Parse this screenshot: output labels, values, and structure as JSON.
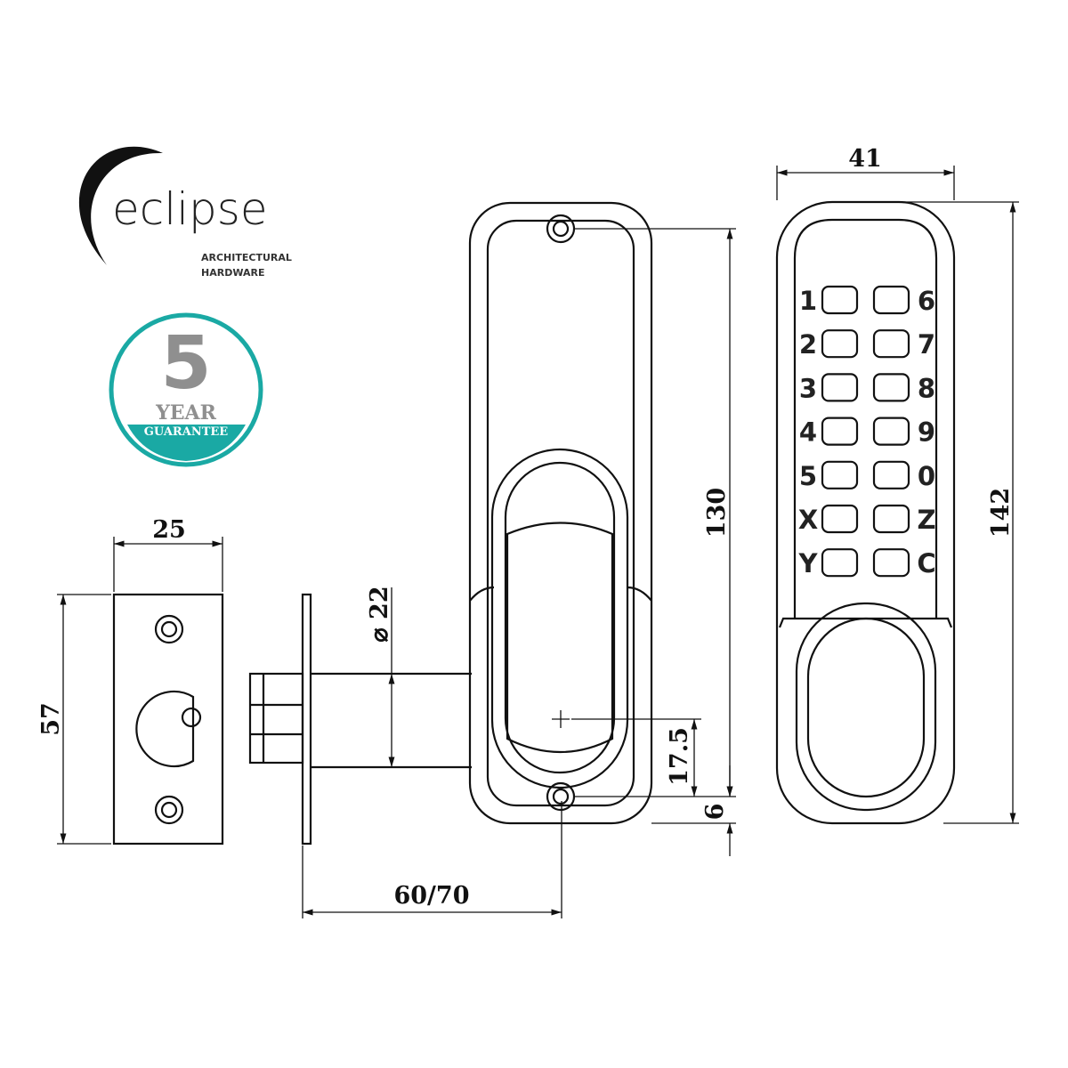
{
  "logo": {
    "brand": "eclipse",
    "line1": "ARCHITECTURAL",
    "line2": "HARDWARE"
  },
  "badge": {
    "number": "5",
    "year": "YEAR",
    "guarantee": "GUARANTEE",
    "accent": "#1aa9a4",
    "grey": "#8f8f8f"
  },
  "dimensions": {
    "strike_width": "25",
    "strike_height": "57",
    "spindle_diameter": "⌀ 22",
    "backset": "60/70",
    "plate_fixings": "130",
    "spindle_offset": "17.5",
    "edge_offset": "6",
    "keypad_width": "41",
    "keypad_height": "142"
  },
  "keypad": {
    "left": [
      "1",
      "2",
      "3",
      "4",
      "5",
      "X",
      "Y"
    ],
    "right": [
      "6",
      "7",
      "8",
      "9",
      "0",
      "Z",
      "C"
    ]
  }
}
